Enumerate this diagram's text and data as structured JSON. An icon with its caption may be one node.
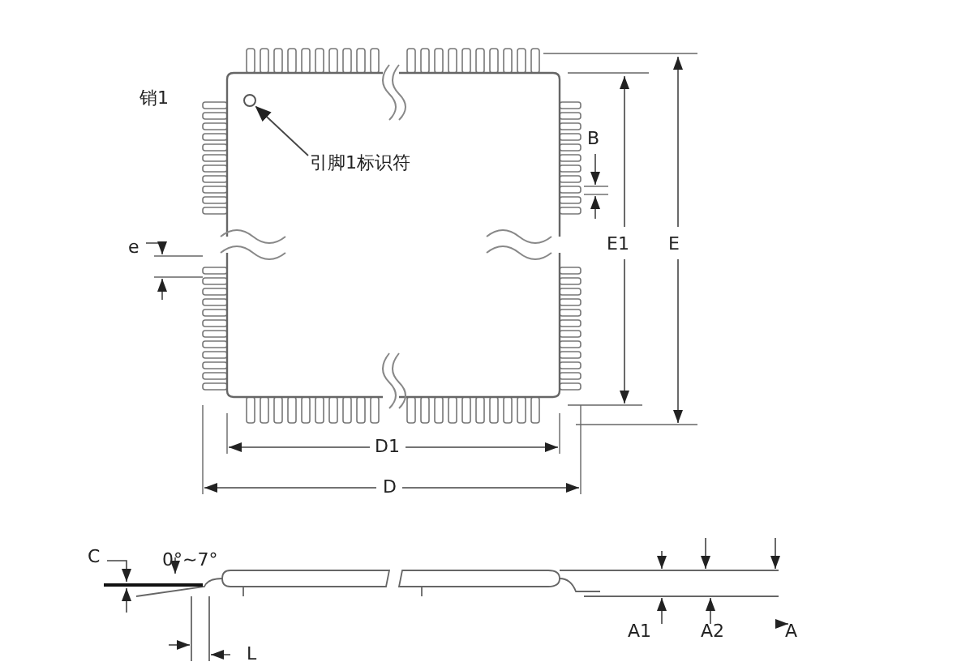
{
  "diagram": {
    "nodes": [
      {
        "text": [
          "引脚1标识符"
        ]
      },
      {
        "text": [],
        "shape": "circle"
      }
    ],
    "edges": [
      {
        "from": 0,
        "to": 1,
        "arrow": "to"
      }
    ],
    "labels": [
      "销1",
      "B",
      "e",
      "E1",
      "E",
      "D1",
      "D",
      "C",
      "0°~7°",
      "A1",
      "A2",
      "A",
      "L"
    ]
  }
}
